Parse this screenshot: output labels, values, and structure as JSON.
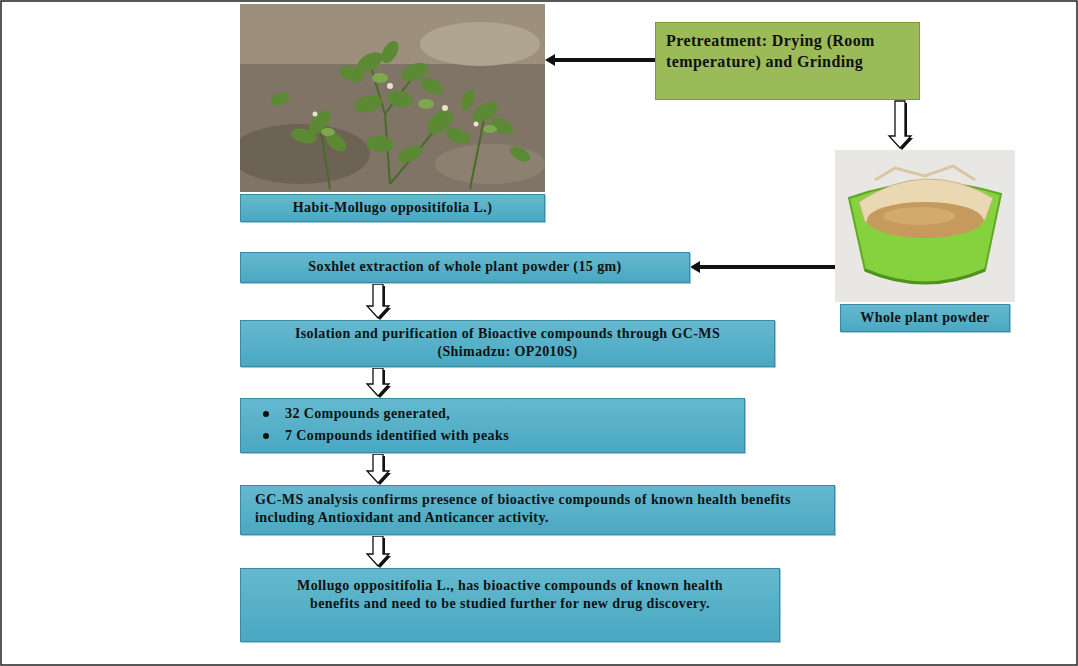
{
  "diagram": {
    "nodes": [
      {
        "text": [
          "Habit-Mollugo oppositifolia L.)"
        ]
      },
      {
        "text": [
          "Pretreatment: Drying (Room temperature) and Grinding"
        ]
      },
      {
        "text": [
          "Whole plant powder"
        ]
      },
      {
        "text": [
          "Soxhlet extraction of whole plant powder (15 gm)"
        ]
      },
      {
        "text": [
          "Isolation and purification of Bioactive compounds through GC-MS (Shimadzu: OP2010S)"
        ]
      },
      {
        "text": [
          "32 Compounds generated,",
          "7 Compounds identified with peaks"
        ]
      },
      {
        "text": [
          "GC-MS analysis confirms presence of bioactive compounds of known health benefits including Antioxidant and Anticancer activity."
        ]
      },
      {
        "text": [
          "Mollugo oppositifolia L., has bioactive compounds of known health benefits and need to be studied further for new drug discovery."
        ]
      }
    ],
    "edges": [
      {
        "from": 1,
        "to": 0,
        "arrow": "to"
      },
      {
        "from": 1,
        "to": 2,
        "arrow": "to"
      },
      {
        "from": 2,
        "to": 3,
        "arrow": "to"
      },
      {
        "from": 3,
        "to": 4,
        "arrow": "to"
      },
      {
        "from": 4,
        "to": 5,
        "arrow": "to"
      },
      {
        "from": 5,
        "to": 6,
        "arrow": "to"
      },
      {
        "from": 6,
        "to": 7,
        "arrow": "to"
      }
    ]
  }
}
